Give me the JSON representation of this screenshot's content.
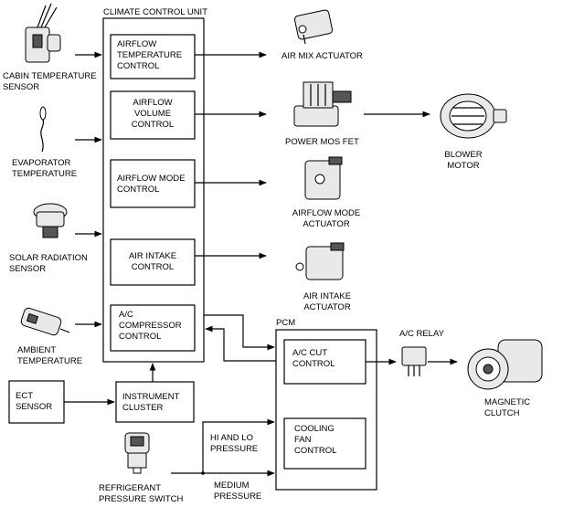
{
  "unit_title": "CLIMATE CONTROL UNIT",
  "pcm_title": "PCM",
  "ccu_blocks": {
    "airflow_temp": [
      "AIRFLOW",
      "TEMPERATURE",
      "CONTROL"
    ],
    "airflow_volume": [
      "AIRFLOW",
      "VOLUME",
      "CONTROL"
    ],
    "airflow_mode": [
      "AIRFLOW MODE",
      "CONTROL"
    ],
    "air_intake": [
      "AIR INTAKE",
      "CONTROL"
    ],
    "ac_compressor": [
      "A/C",
      "COMPRESSOR",
      "CONTROL"
    ]
  },
  "pcm_blocks": {
    "ac_cut": [
      "A/C CUT",
      "CONTROL"
    ],
    "cooling_fan": [
      "COOLING",
      "FAN",
      "CONTROL"
    ]
  },
  "other_blocks": {
    "ect_sensor": [
      "ECT",
      "SENSOR"
    ],
    "instrument_cluster": [
      "INSTRUMENT",
      "CLUSTER"
    ]
  },
  "inputs": {
    "cabin_temp": [
      "CABIN TEMPERATURE",
      "SENSOR"
    ],
    "evaporator_temp": [
      "EVAPORATOR",
      "TEMPERATURE"
    ],
    "solar_radiation": [
      "SOLAR RADIATION",
      "SENSOR"
    ],
    "ambient_temp": [
      "AMBIENT",
      "TEMPERATURE"
    ],
    "refrigerant_switch": [
      "REFRIGERANT",
      "PRESSURE SWITCH"
    ]
  },
  "outputs": {
    "air_mix": [
      "AIR MIX ACTUATOR"
    ],
    "power_mos": [
      "POWER MOS FET"
    ],
    "blower_motor": [
      "BLOWER",
      "MOTOR"
    ],
    "airflow_mode_act": [
      "AIRFLOW MODE",
      "ACTUATOR"
    ],
    "air_intake_act": [
      "AIR INTAKE",
      "ACTUATOR"
    ],
    "ac_relay": [
      "A/C RELAY"
    ],
    "magnetic_clutch": [
      "MAGNETIC",
      "CLUTCH"
    ]
  },
  "signals": {
    "hi_lo": [
      "HI AND LO",
      "PRESSURE"
    ],
    "medium": [
      "MEDIUM",
      "PRESSURE"
    ]
  },
  "icons": [
    "cabin-temperature-sensor-icon",
    "evaporator-sensor-icon",
    "solar-radiation-sensor-icon",
    "ambient-temperature-sensor-icon",
    "refrigerant-pressure-switch-icon",
    "air-mix-actuator-icon",
    "power-mos-fet-icon",
    "blower-motor-icon",
    "airflow-mode-actuator-icon",
    "air-intake-actuator-icon",
    "ac-relay-icon",
    "magnetic-clutch-icon"
  ]
}
